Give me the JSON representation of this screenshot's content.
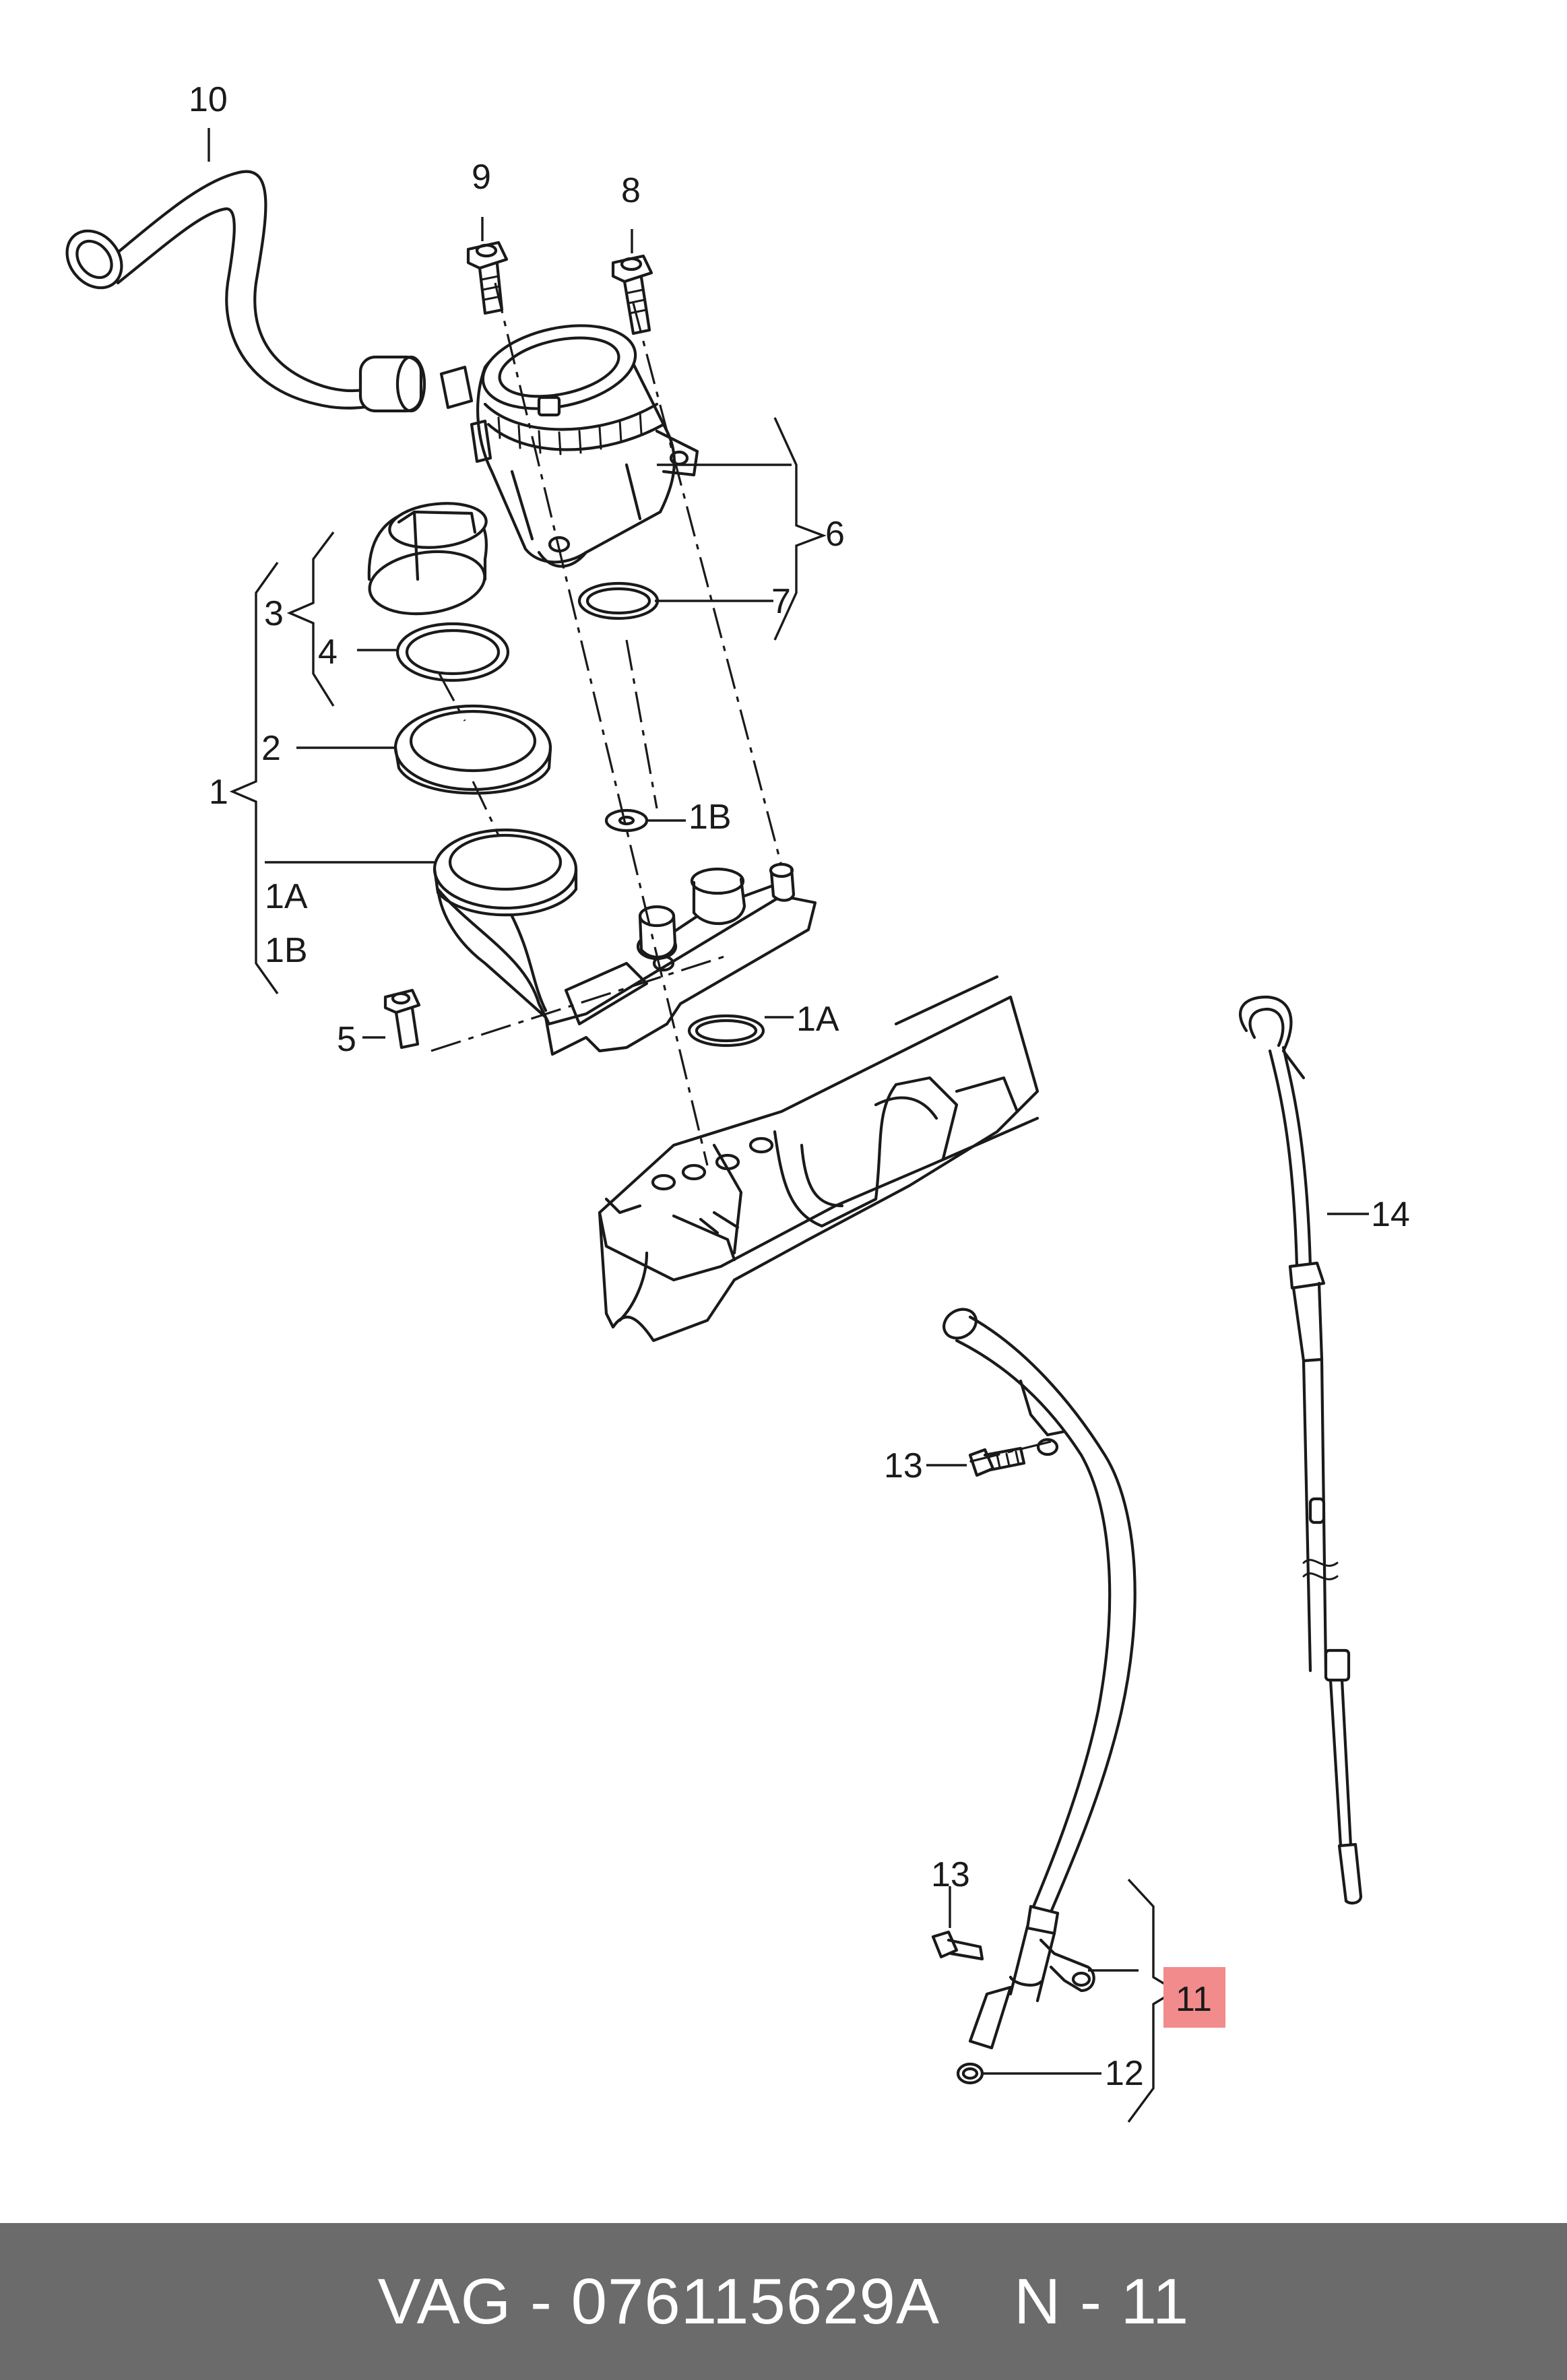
{
  "diagram": {
    "callouts": {
      "p10": "10",
      "p9": "9",
      "p8": "8",
      "p6": "6",
      "p7": "7",
      "p3": "3",
      "p4": "4",
      "p2": "2",
      "p1": "1",
      "p1A_left": "1A",
      "p1B_left": "1B",
      "p1B": "1B",
      "p1A": "1A",
      "p5": "5",
      "p14": "14",
      "p13_upper": "13",
      "p13_lower": "13",
      "p11": "11",
      "p12": "12"
    },
    "highlight_color": "#f28b8b",
    "highlighted_part": "11"
  },
  "footer": {
    "brand": "VAG",
    "separator": "-",
    "part_number": "076115629A",
    "page_code": "N - 11",
    "background": "#6b6b6b"
  }
}
